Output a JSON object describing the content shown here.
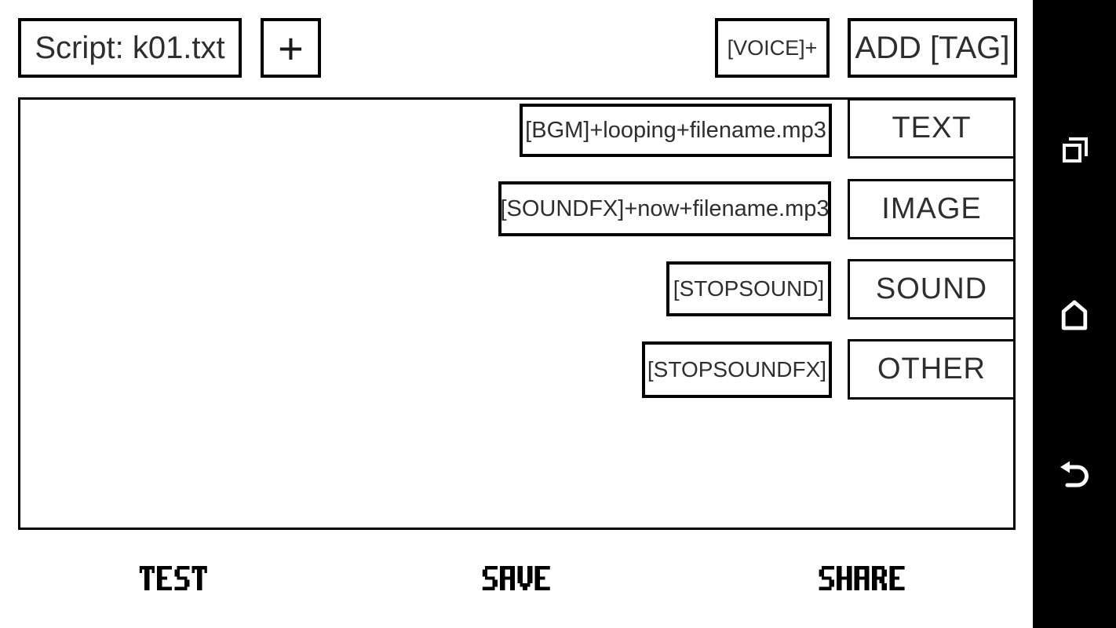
{
  "app": {
    "header": {
      "script_button": "Script: k01.txt",
      "plus_button": "+",
      "voice_button": "[VOICE]+",
      "add_tag_button": "ADD [TAG]"
    },
    "editor": {
      "content": ""
    },
    "tag_rows": [
      {
        "example": "[BGM]+looping+filename.mp3",
        "category": "TEXT"
      },
      {
        "example": "[SOUNDFX]+now+filename.mp3",
        "category": "IMAGE"
      },
      {
        "example": "[STOPSOUND]",
        "category": "SOUND"
      },
      {
        "example": "[STOPSOUNDFX]",
        "category": "OTHER"
      }
    ],
    "bottom_bar": {
      "test_button": "TEST",
      "save_button": "SAVE",
      "share_button": "SHARE"
    },
    "nav_bar": {
      "recents_icon": "recent-apps-icon",
      "home_icon": "home-icon",
      "back_icon": "back-icon"
    },
    "colors": {
      "background": "#ffffff",
      "border": "#000000",
      "text": "#2e2e2e",
      "nav_background": "#000000",
      "nav_icon": "#ffffff"
    }
  }
}
